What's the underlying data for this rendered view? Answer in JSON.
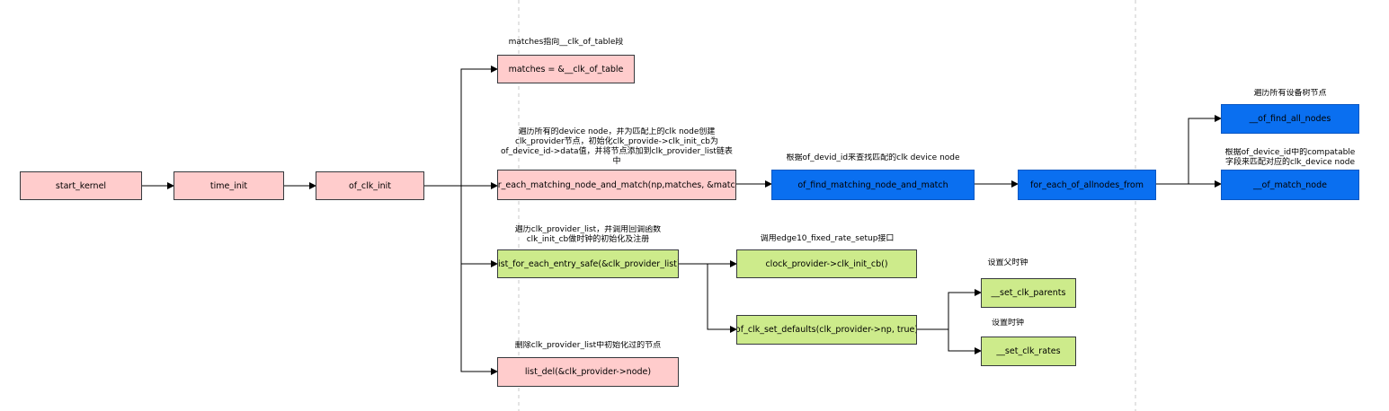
{
  "nodes": {
    "start_kernel": "start_kernel",
    "time_init": "time_init",
    "of_clk_init": "of_clk_init",
    "matches": "matches = &__clk_of_table",
    "for_each_matching": "for_each_matching_node_and_match(np,matches, &match)",
    "list_for_each": "list_for_each_entry_safe(&clk_provider_list)",
    "list_del": "list_del(&clk_provider->node)",
    "of_find_matching": "of_find_matching_node_and_match",
    "for_each_of_allnodes": "for_each_of_allnodes_from",
    "of_find_all_nodes": "__of_find_all_nodes",
    "of_match_node": "__of_match_node",
    "clk_init_cb": "clock_provider->clk_init_cb()",
    "of_clk_set_defaults": "of_clk_set_defaults(clk_provider->np, true)",
    "set_clk_parents": "__set_clk_parents",
    "set_clk_rates": "__set_clk_rates"
  },
  "notes": {
    "matches": "matches指向__clk_of_table段",
    "for_each_matching": "遍历所有的device node，并为匹配上的clk node创建\nclk_provider节点，初始化clk_provide->clk_init_cb为\nof_device_id->data值，并将节点添加到clk_provider_list链表\n中",
    "list_for_each": "遍历clk_provider_list，并调用回调函数\nclk_init_cb做时钟的初始化及注册",
    "list_del": "删除clk_provider_list中初始化过的节点",
    "of_find_matching": "根据of_devid_id来查找匹配的clk device node",
    "clk_init_cb": "调用edge10_fixed_rate_setup接口",
    "of_find_all_nodes": "遍历所有设备树节点",
    "of_match_node": "根据of_device_id中的compatable\n字段来匹配对应的clk_device node",
    "set_clk_parents": "设置父时钟",
    "set_clk_rates": "设置时钟"
  },
  "colors": {
    "pink": "#ffcccc",
    "green": "#cdeb8b",
    "blue": "#0a6ff0",
    "edge": "#000000",
    "guide": "#c8c8c8"
  }
}
